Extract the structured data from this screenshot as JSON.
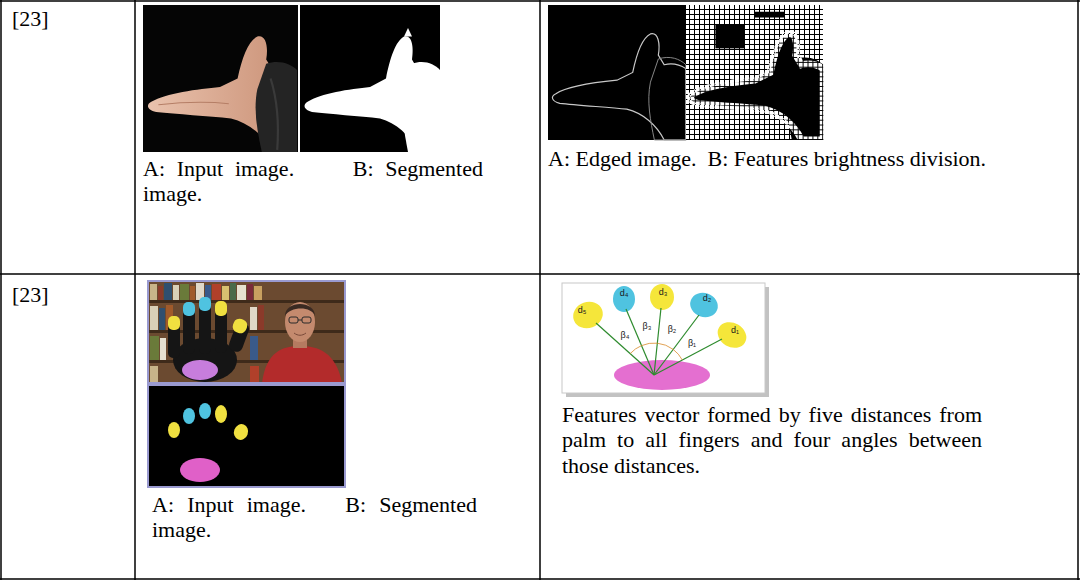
{
  "diagram": {
    "labels": [
      "[23]",
      "A: Input image.     B: Segmented image.",
      "A: Edged image.  B: Features brightness division.",
      "[23]",
      "A: Input image.   B: Segmented image.",
      "d₅",
      "d₄",
      "d₃",
      "d₂",
      "d₁",
      "β₄",
      "β₃",
      "β₂",
      "β₁",
      "Features vector formed by five distances from palm to all fingers and four angles between those distances."
    ]
  }
}
